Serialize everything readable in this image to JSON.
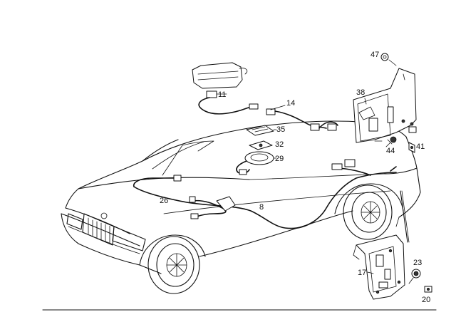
{
  "labels": {
    "l47": "47",
    "l11": "11",
    "l14": "14",
    "l38": "38",
    "l35": "35",
    "l32": "32",
    "l29": "29",
    "l44": "44",
    "l41": "41",
    "l26": "26",
    "l8": "8",
    "l23": "23",
    "l17": "17",
    "l20": "20"
  }
}
